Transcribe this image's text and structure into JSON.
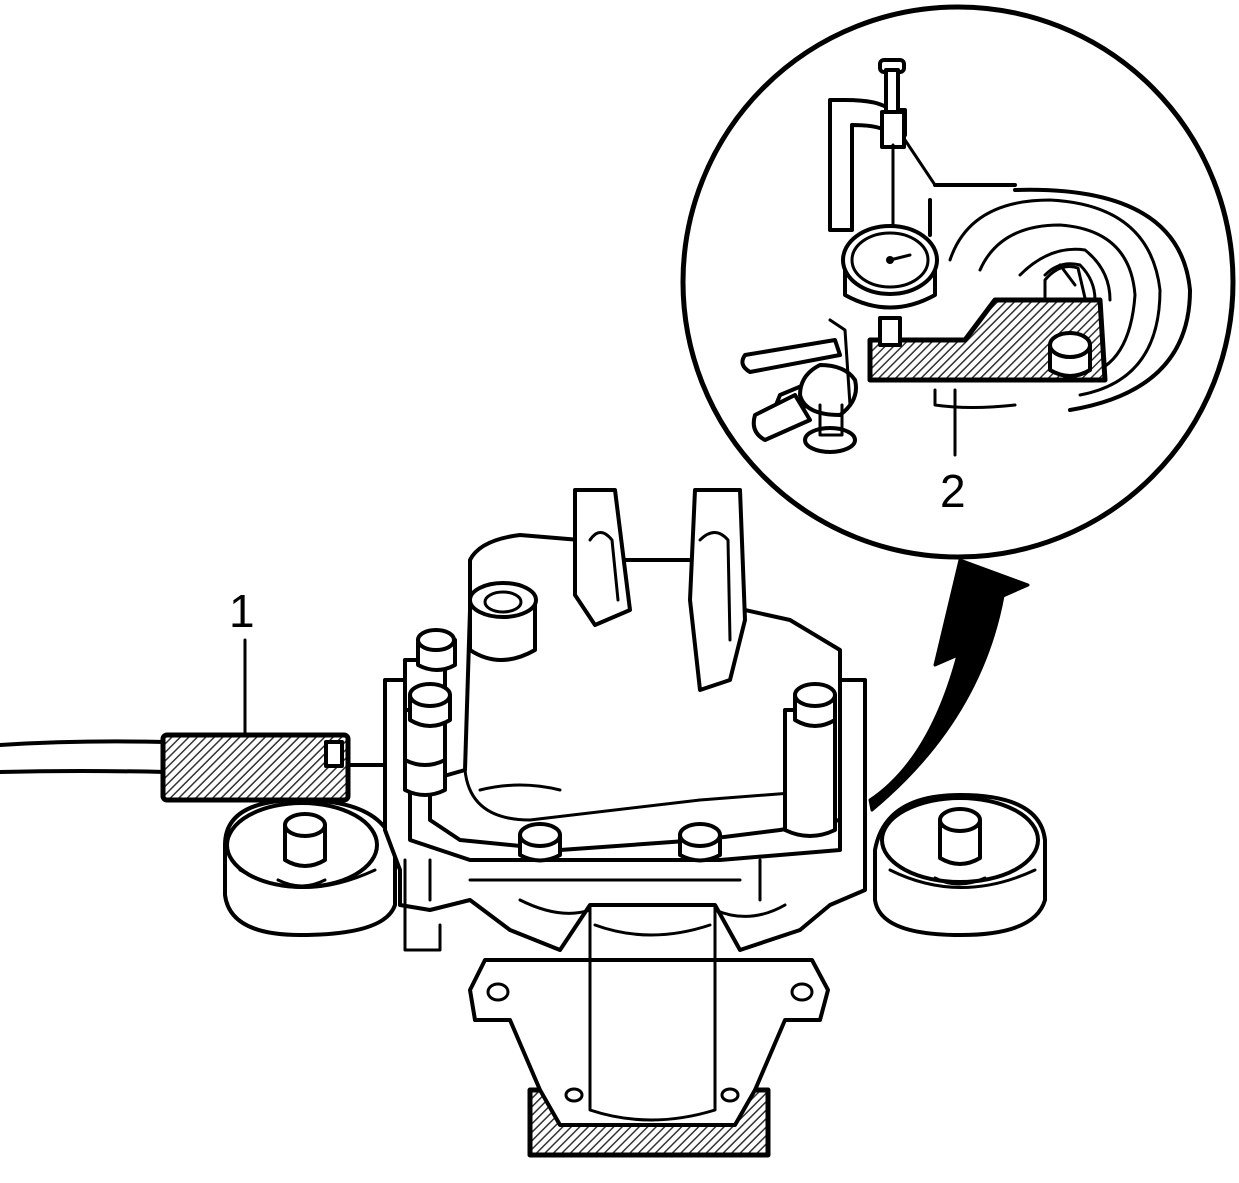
{
  "callouts": [
    {
      "id": "1",
      "label": "1"
    },
    {
      "id": "2",
      "label": "2"
    }
  ],
  "colors": {
    "line": "#000000",
    "background": "#ffffff",
    "hatch": "#808080"
  }
}
